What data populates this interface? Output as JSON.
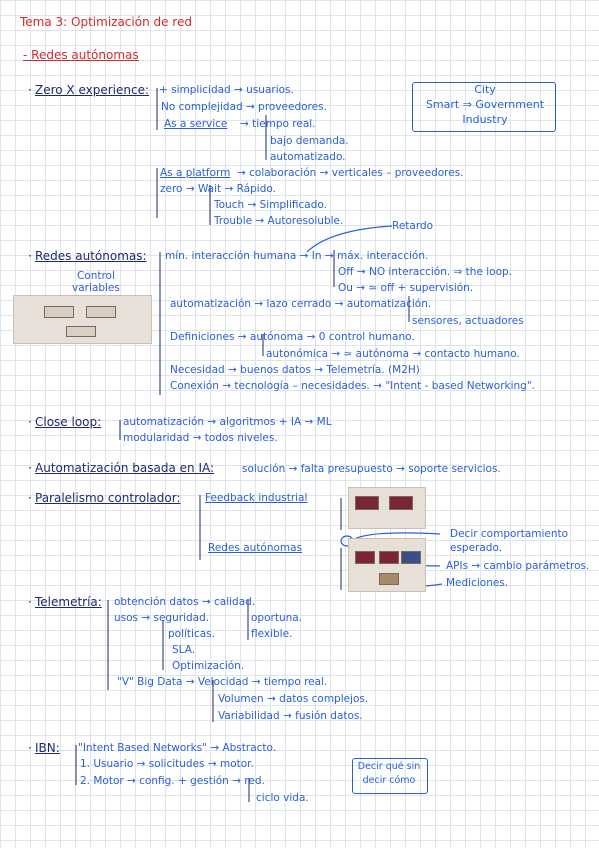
{
  "title": "Tema 3: Optimización de red",
  "subtitle": "- Redes autónomas",
  "s1": {
    "heading": "Zero X experience:",
    "l1": "+ simplicidad → usuarios.",
    "l2": "No complejidad → proveedores.",
    "l3a": "As a service",
    "l3b": "→ tiempo real.",
    "l4": "bajo demanda.",
    "l5": "automatizado.",
    "l6a": "As a platform",
    "l6b": "→ colaboración → verticales – proveedores.",
    "l7": "zero → Wait → Rápido.",
    "l8": "Touch → Simplificado.",
    "l9": "Trouble → Autoresoluble.",
    "box": "City\nSmart ⇒ Government\nIndustry",
    "retardo": "Retardo"
  },
  "s2": {
    "heading": "Redes autónomas:",
    "note": "Control\nvariables",
    "l1": "mín. interacción humana → In → máx. interacción.",
    "l2": "Off → NO interacción.   ⇒ the loop.",
    "l3": "Ou → ≃ off + supervisión.",
    "l4": "automatización → lazo cerrado → automatización.",
    "l5": "sensores, actuadores",
    "l6": "Definiciones → autónoma → 0 control humano.",
    "l7": "autonómica → ≃ autónoma → contacto humano.",
    "l8": "Necesidad → buenos datos → Telemetría. (M2H)",
    "l9": "Conexión → tecnología – necesidades. → \"Intent - based Networking\"."
  },
  "s3": {
    "heading": "Close loop:",
    "l1": "automatización → algoritmos + IA → ML",
    "l2": "modularidad → todos niveles."
  },
  "s4": {
    "heading": "Automatización basada en IA:",
    "l1": "solución → falta presupuesto → soporte servicios."
  },
  "s5": {
    "heading": "Paralelismo controlador:",
    "l1": "Feedback industrial",
    "l2": "Redes autónomas",
    "r1": "Decir comportamiento\nesperado.",
    "r2": "APIs → cambio parámetros.",
    "r3": "Mediciones."
  },
  "s6": {
    "heading": "Telemetría:",
    "l1": "obtención datos → calidad.",
    "l2": "usos → seguridad.",
    "l2b": "oportuna.",
    "l3": "políticas.",
    "l3b": "flexible.",
    "l4": "SLA.",
    "l5": "Optimización.",
    "l6": "\"V\" Big Data → Velocidad → tiempo real.",
    "l7": "Volumen → datos complejos.",
    "l8": "Variabilidad → fusión datos."
  },
  "s7": {
    "heading": "IBN:",
    "l1": "\"Intent Based Networks\" → Abstracto.",
    "l2": "1. Usuario → solicitudes → motor.",
    "l3": "2. Motor → config. + gestión → red.",
    "l4": "ciclo vida.",
    "note": "Decir qué sin\ndecir cómo"
  }
}
